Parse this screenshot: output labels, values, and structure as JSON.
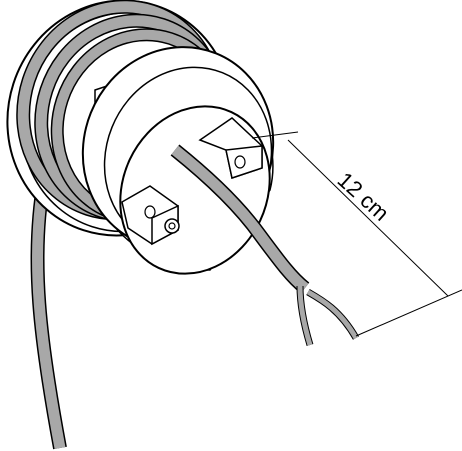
{
  "illustration": {
    "dimension_label": "12 cm",
    "colors": {
      "outline": "#000000",
      "cable_fill": "#a8a8a8",
      "body_fill": "#ffffff",
      "background": "#ffffff"
    },
    "icons": {
      "housing": "round-mount-housing",
      "cable": "grey-two-wire-cable",
      "clamp": "terminal-clamp"
    }
  }
}
